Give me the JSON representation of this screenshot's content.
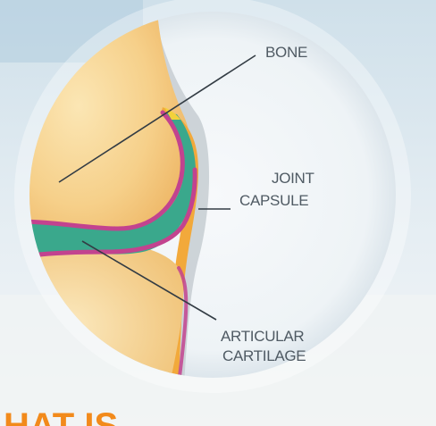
{
  "labels": {
    "bone": "BONE",
    "joint_capsule_line1": "JOINT",
    "joint_capsule_line2": "CAPSULE",
    "articular_cartilage_line1": "ARTICULAR",
    "articular_cartilage_line2": "CARTILAGE"
  },
  "partial_heading": "HAT IS",
  "colors": {
    "bone_fill": "#f5cf86",
    "cartilage_green": "#3aa88c",
    "synovium_magenta": "#c2438f",
    "capsule_orange": "#f2a93b",
    "heading_orange": "#f28a1b",
    "label_text": "#4f5a63"
  }
}
